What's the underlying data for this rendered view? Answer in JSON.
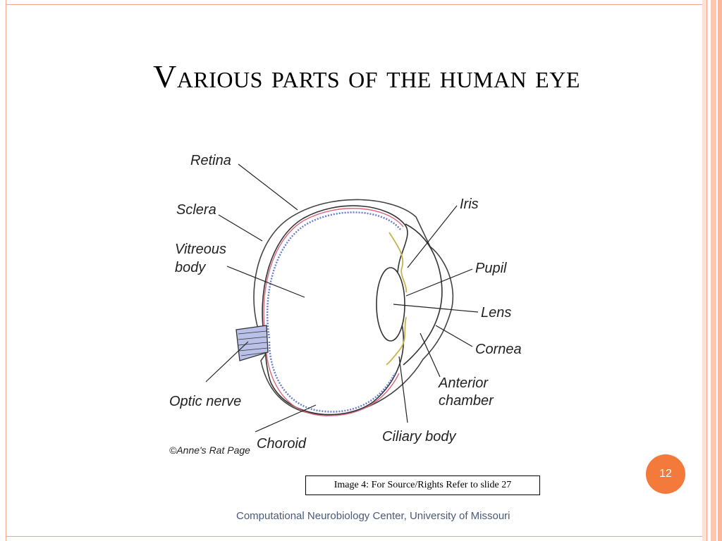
{
  "slide": {
    "title": "Various parts of the human eye",
    "slide_number": "12",
    "caption": "Image 4: For Source/Rights Refer to slide 27",
    "footer": "Computational Neurobiology Center, University of Missouri",
    "accent_color": "#f47a3c",
    "frame_color": "#f2a58a"
  },
  "diagram": {
    "labels": {
      "retina": "Retina",
      "sclera": "Sclera",
      "vitreous_1": "Vitreous",
      "vitreous_2": "body",
      "optic_nerve": "Optic nerve",
      "choroid": "Choroid",
      "iris": "Iris",
      "pupil": "Pupil",
      "lens": "Lens",
      "cornea": "Cornea",
      "anterior_1": "Anterior",
      "anterior_2": "chamber",
      "ciliary_body": "Ciliary body"
    },
    "credit": "©Anne's Rat Page"
  }
}
